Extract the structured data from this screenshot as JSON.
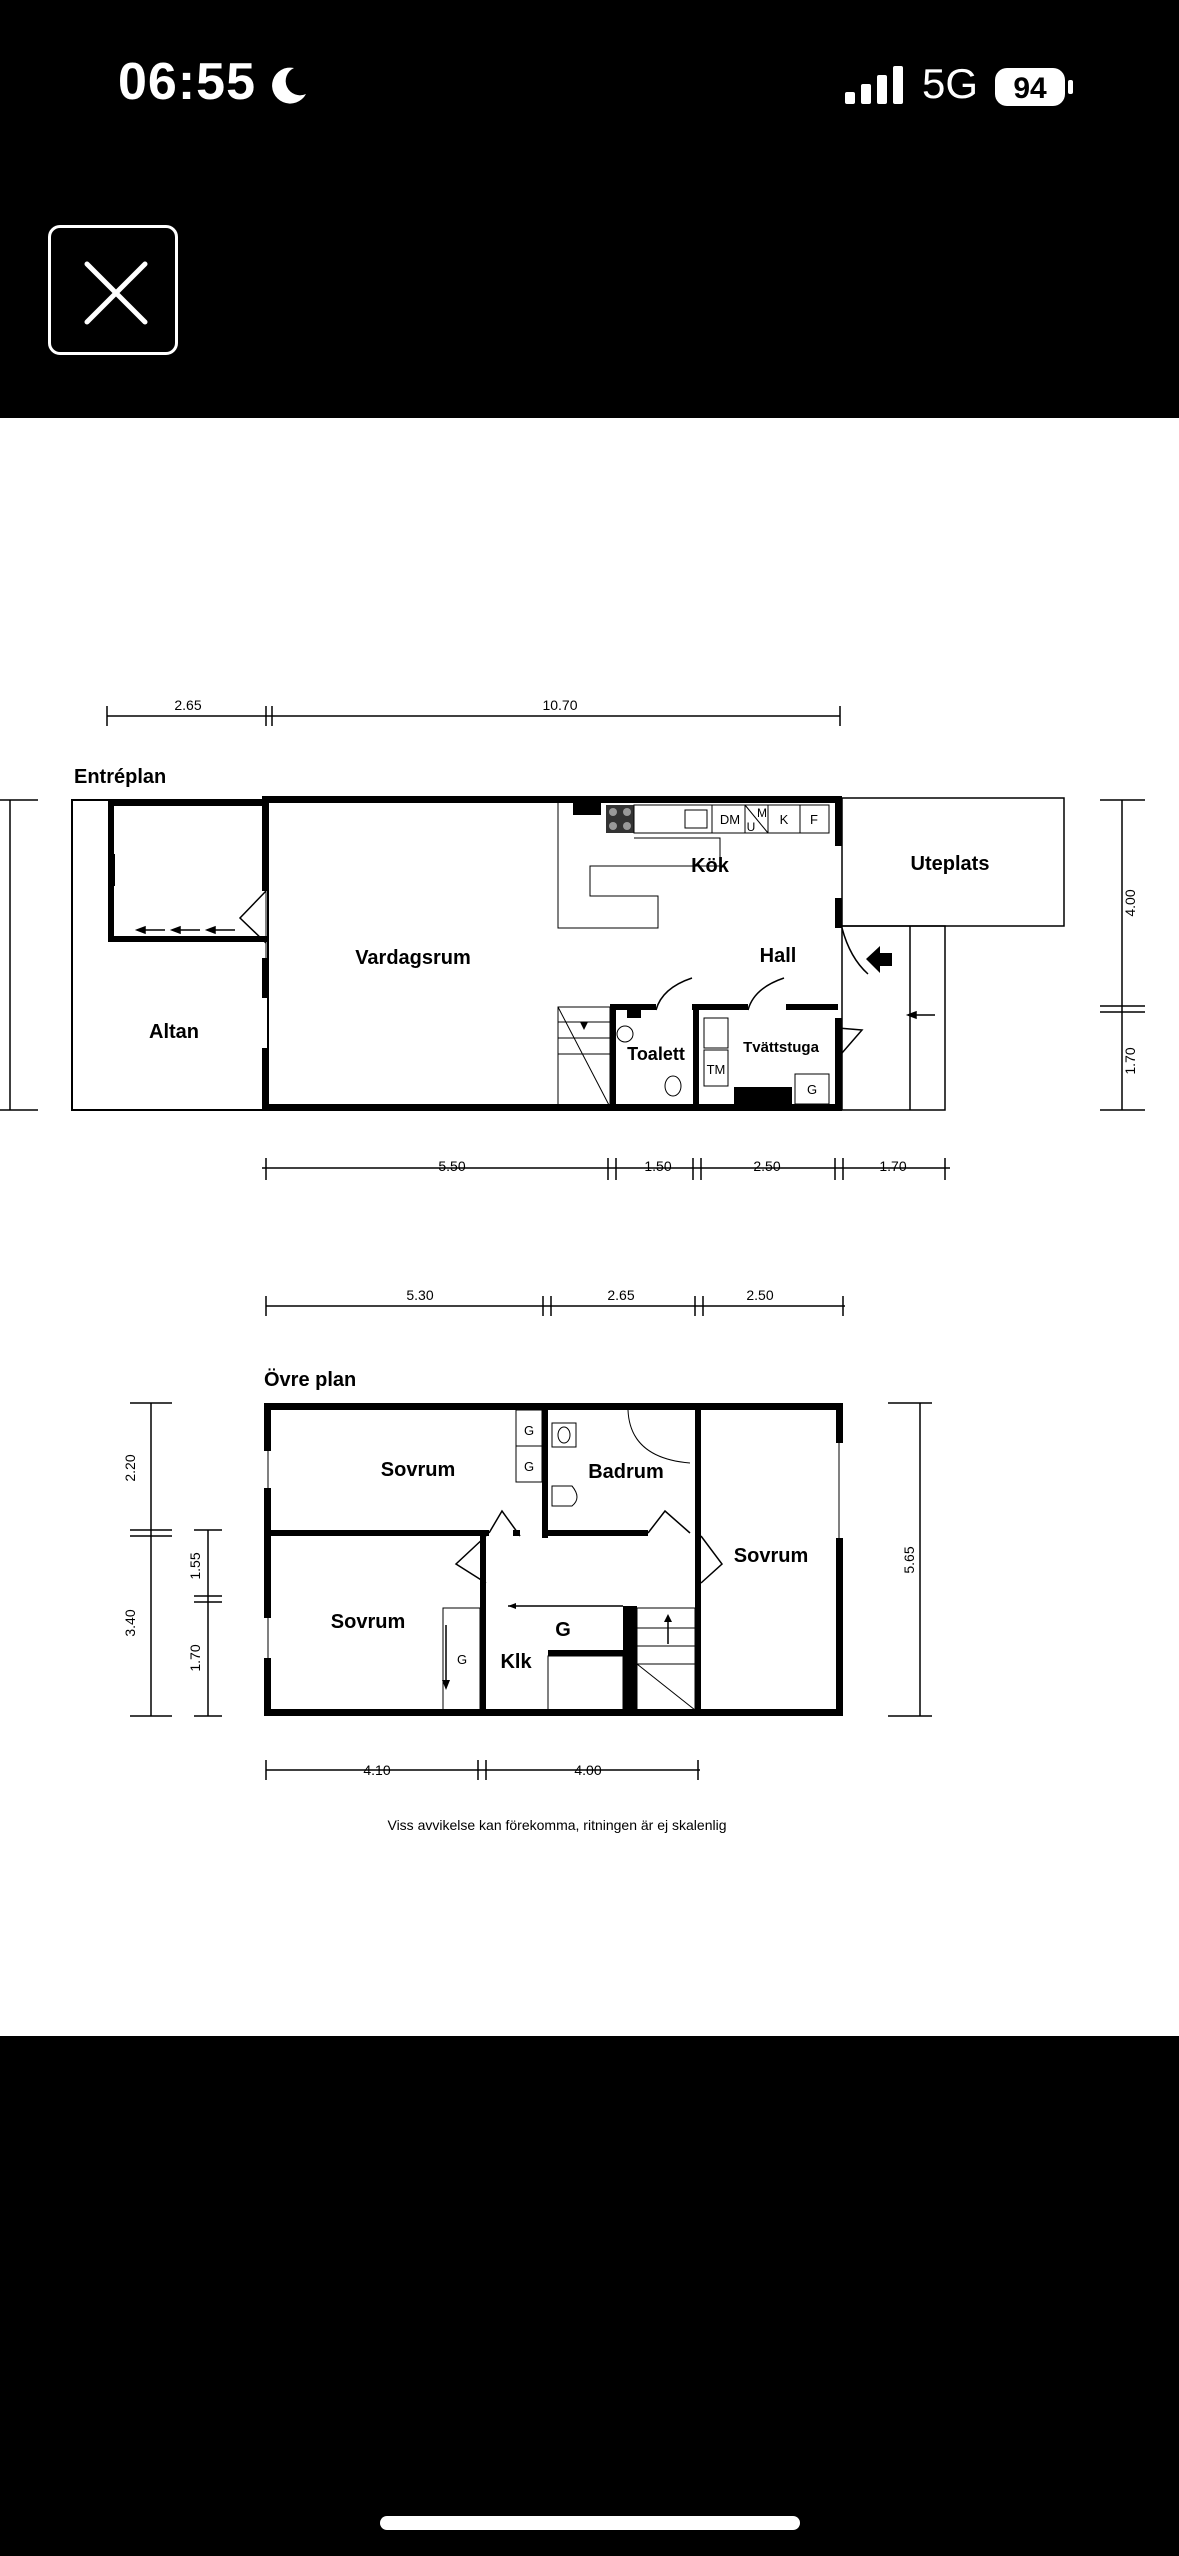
{
  "status_bar": {
    "time": "06:55",
    "network": "5G",
    "battery": "94",
    "icons": [
      "moon-icon",
      "signal-icon",
      "battery-icon"
    ]
  },
  "toolbar": {
    "close_icon": "close-icon"
  },
  "floorplan": {
    "ground": {
      "title": "Entréplan",
      "dims_top": [
        "2.65",
        "10.70"
      ],
      "dims_bottom": [
        "5.50",
        "1.50",
        "2.50",
        "1.70"
      ],
      "dims_right": [
        "4.00",
        "1.70"
      ],
      "rooms": {
        "kok": "Kök",
        "uteplats": "Uteplats",
        "vardagsrum": "Vardagsrum",
        "hall": "Hall",
        "altan": "Altan",
        "toalett": "Toalett",
        "tvattstuga": "Tvättstuga"
      },
      "fixtures": {
        "dm": "DM",
        "m": "M",
        "u": "U",
        "k": "K",
        "f": "F",
        "tm": "TM",
        "g": "G"
      }
    },
    "upper": {
      "title": "Övre plan",
      "dims_top": [
        "5.30",
        "2.65",
        "2.50"
      ],
      "dims_bottom": [
        "4.10",
        "4.00"
      ],
      "dims_left_outer": [
        "2.20",
        "3.40"
      ],
      "dims_left_inner": [
        "1.55",
        "1.70"
      ],
      "dims_right": [
        "5.65"
      ],
      "rooms": {
        "sovrum1": "Sovrum",
        "badrum": "Badrum",
        "sovrum2": "Sovrum",
        "sovrum3": "Sovrum",
        "g_hall": "G",
        "klk": "Klk"
      },
      "fixtures": {
        "g1": "G",
        "g2": "G",
        "g3": "G"
      }
    },
    "disclaimer": "Viss avvikelse kan förekomma, ritningen är ej skalenlig"
  }
}
